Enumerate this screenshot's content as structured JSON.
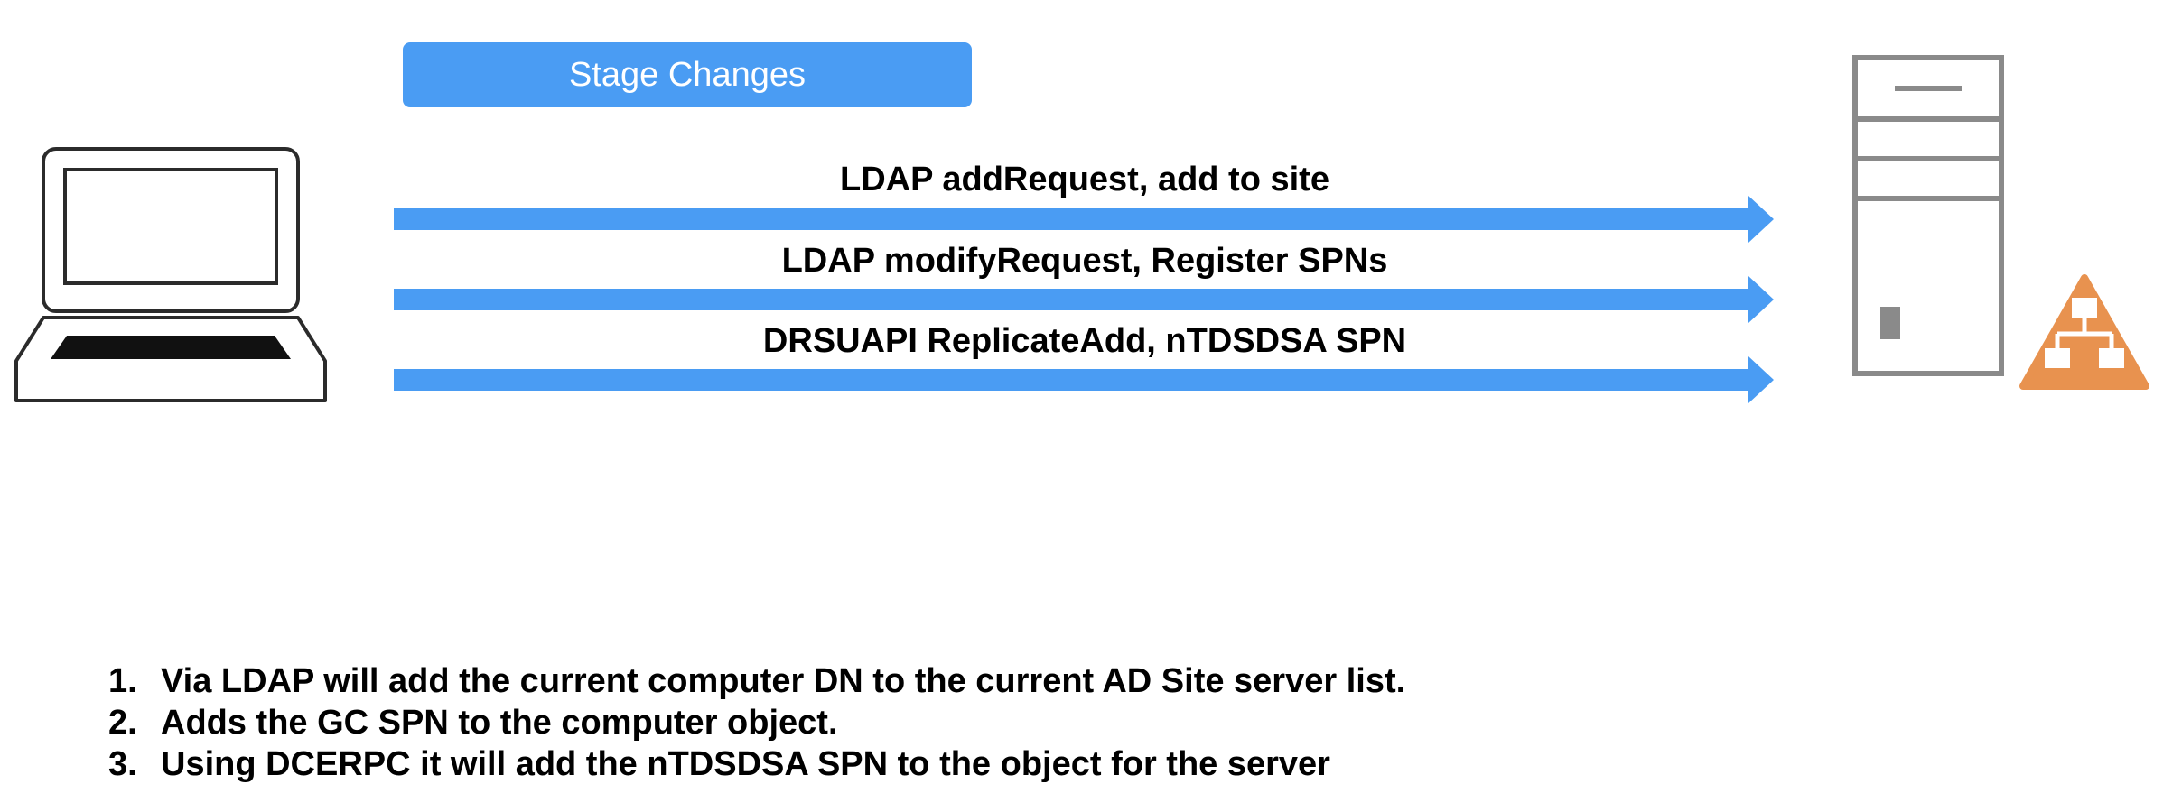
{
  "banner": {
    "label": "Stage Changes",
    "color": "#4a9cf3"
  },
  "colors": {
    "arrow": "#4a9cf3",
    "icon_stroke": "#2b2b2b",
    "server_stroke": "#8a8a8a",
    "badge": "#e8924f"
  },
  "icons": {
    "client": "laptop-icon",
    "server": "server-icon",
    "badge": "network-hierarchy-icon"
  },
  "messages": [
    {
      "label": "LDAP addRequest, add to site"
    },
    {
      "label": "LDAP modifyRequest, Register SPNs"
    },
    {
      "label": "DRSUAPI ReplicateAdd, nTDSDSA SPN"
    }
  ],
  "steps": [
    {
      "num": "1.",
      "text": "Via LDAP will add the current computer DN to the current AD Site server list."
    },
    {
      "num": "2.",
      "text": "Adds the GC SPN to the computer object."
    },
    {
      "num": "3.",
      "text": "Using DCERPC it will add the nTDSDSA SPN to the object for the server"
    }
  ]
}
